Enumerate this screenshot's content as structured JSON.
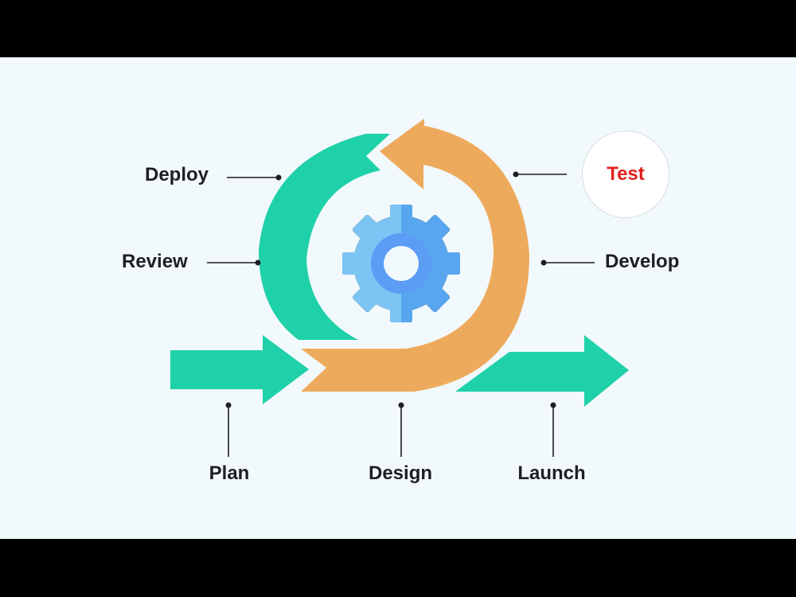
{
  "colors": {
    "background": "#f1f9fc",
    "teal": "#1fd1a8",
    "orange": "#eeaa5c",
    "gear_light": "#7cc4f4",
    "gear_dark": "#58a6f0",
    "gear_hub": "#5b9cf5",
    "label_text": "#1e1e24",
    "highlight_text": "#e0201c"
  },
  "stages": {
    "deploy": "Deploy",
    "test": "Test",
    "review": "Review",
    "develop": "Develop",
    "plan": "Plan",
    "design": "Design",
    "launch": "Launch"
  },
  "icons": {
    "center": "gear-icon"
  }
}
